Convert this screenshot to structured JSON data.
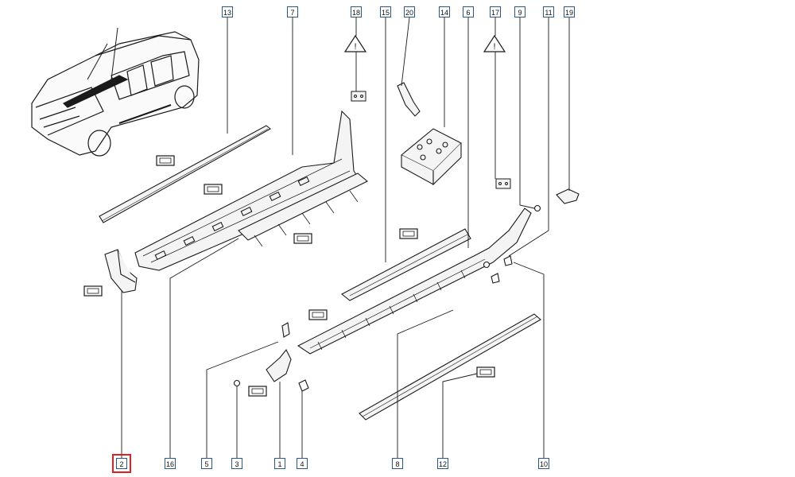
{
  "diagram": {
    "callouts": [
      {
        "id": "13",
        "label": "13"
      },
      {
        "id": "7",
        "label": "7"
      },
      {
        "id": "18",
        "label": "18"
      },
      {
        "id": "15",
        "label": "15"
      },
      {
        "id": "20",
        "label": "20"
      },
      {
        "id": "14",
        "label": "14"
      },
      {
        "id": "6",
        "label": "6"
      },
      {
        "id": "17",
        "label": "17"
      },
      {
        "id": "9",
        "label": "9"
      },
      {
        "id": "11",
        "label": "11"
      },
      {
        "id": "19",
        "label": "19"
      },
      {
        "id": "2",
        "label": "2",
        "highlighted": true
      },
      {
        "id": "16",
        "label": "16"
      },
      {
        "id": "5",
        "label": "5"
      },
      {
        "id": "3",
        "label": "3"
      },
      {
        "id": "1",
        "label": "1"
      },
      {
        "id": "4",
        "label": "4"
      },
      {
        "id": "8",
        "label": "8"
      },
      {
        "id": "12",
        "label": "12"
      },
      {
        "id": "10",
        "label": "10"
      }
    ],
    "colors": {
      "line": "#1a1a1a",
      "callout_border": "#2a5a8a",
      "highlight": "#e0201e",
      "part_fill": "#f4f4f4"
    },
    "icons": [
      "warning-triangle-icon",
      "part-reference-tag-icon",
      "vehicle-illustration"
    ]
  }
}
